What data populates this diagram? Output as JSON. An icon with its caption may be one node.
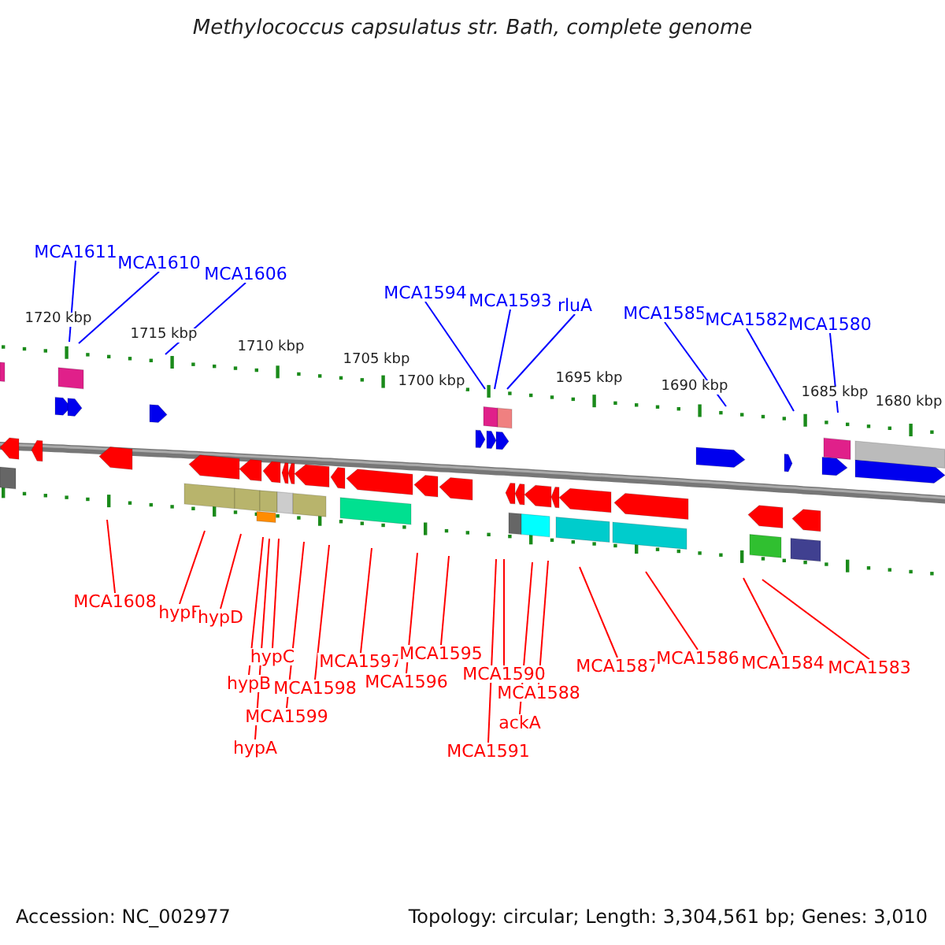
{
  "diagram": {
    "title": "Methylococcus capsulatus str. Bath, complete genome",
    "nodes": [
      {
        "text": [
          "MCA1611"
        ]
      },
      {
        "text": [
          "MCA1610"
        ]
      },
      {
        "text": [
          "MCA1606"
        ]
      },
      {
        "text": [
          "MCA1594"
        ]
      },
      {
        "text": [
          "MCA1593"
        ]
      },
      {
        "text": [
          "rluA"
        ]
      },
      {
        "text": [
          "MCA1585"
        ]
      },
      {
        "text": [
          "MCA1582"
        ]
      },
      {
        "text": [
          "MCA1580"
        ]
      },
      {
        "text": [
          "MCA1608"
        ]
      },
      {
        "text": [
          "hypF"
        ]
      },
      {
        "text": [
          "hypD"
        ]
      },
      {
        "text": [
          "hypB"
        ]
      },
      {
        "text": [
          "hypC"
        ]
      },
      {
        "text": [
          "MCA1599"
        ]
      },
      {
        "text": [
          "hypA"
        ]
      },
      {
        "text": [
          "MCA1598"
        ]
      },
      {
        "text": [
          "MCA1597"
        ]
      },
      {
        "text": [
          "MCA1596"
        ]
      },
      {
        "text": [
          "MCA1595"
        ]
      },
      {
        "text": [
          "MCA1590"
        ]
      },
      {
        "text": [
          "MCA1588"
        ]
      },
      {
        "text": [
          "ackA"
        ]
      },
      {
        "text": [
          "MCA1591"
        ]
      },
      {
        "text": [
          "MCA1587"
        ]
      },
      {
        "text": [
          "MCA1586"
        ]
      },
      {
        "text": [
          "MCA1584"
        ]
      },
      {
        "text": [
          "MCA1583"
        ]
      }
    ],
    "edges": [
      {
        "from": 0,
        "to": null,
        "arrow": "none",
        "color": "#0000ff"
      },
      {
        "from": 1,
        "to": null,
        "arrow": "none",
        "color": "#0000ff"
      },
      {
        "from": 2,
        "to": null,
        "arrow": "none",
        "color": "#0000ff"
      },
      {
        "from": 3,
        "to": null,
        "arrow": "none",
        "color": "#0000ff"
      },
      {
        "from": 4,
        "to": null,
        "arrow": "none",
        "color": "#0000ff"
      },
      {
        "from": 5,
        "to": null,
        "arrow": "none",
        "color": "#0000ff"
      },
      {
        "from": 6,
        "to": null,
        "arrow": "none",
        "color": "#0000ff"
      },
      {
        "from": 7,
        "to": null,
        "arrow": "none",
        "color": "#0000ff"
      },
      {
        "from": 8,
        "to": null,
        "arrow": "none",
        "color": "#0000ff"
      },
      {
        "from": 9,
        "to": null,
        "arrow": "none"
      },
      {
        "from": 10,
        "to": null,
        "arrow": "none"
      },
      {
        "from": 11,
        "to": null,
        "arrow": "none"
      },
      {
        "from": 12,
        "to": null,
        "arrow": "none"
      },
      {
        "from": 13,
        "to": null,
        "arrow": "none"
      },
      {
        "from": 14,
        "to": null,
        "arrow": "none"
      },
      {
        "from": 15,
        "to": null,
        "arrow": "none"
      },
      {
        "from": 16,
        "to": null,
        "arrow": "none"
      },
      {
        "from": 17,
        "to": null,
        "arrow": "none"
      },
      {
        "from": 18,
        "to": null,
        "arrow": "none"
      },
      {
        "from": 19,
        "to": null,
        "arrow": "none"
      },
      {
        "from": 20,
        "to": null,
        "arrow": "none"
      },
      {
        "from": 21,
        "to": null,
        "arrow": "none"
      },
      {
        "from": 22,
        "to": null,
        "arrow": "none"
      },
      {
        "from": 23,
        "to": null,
        "arrow": "none"
      },
      {
        "from": 24,
        "to": null,
        "arrow": "none"
      },
      {
        "from": 25,
        "to": null,
        "arrow": "none"
      },
      {
        "from": 26,
        "to": null,
        "arrow": "none"
      },
      {
        "from": 27,
        "to": null,
        "arrow": "none"
      }
    ],
    "labels": [
      "1720 kbp",
      "1715 kbp",
      "1710 kbp",
      "1705 kbp",
      "1700 kbp",
      "1695 kbp",
      "1690 kbp",
      "1685 kbp",
      "1680 kbp",
      "Accession: NC_002977",
      "Topology: circular; Length: 3,304,561 bp; Genes: 3,010"
    ]
  }
}
